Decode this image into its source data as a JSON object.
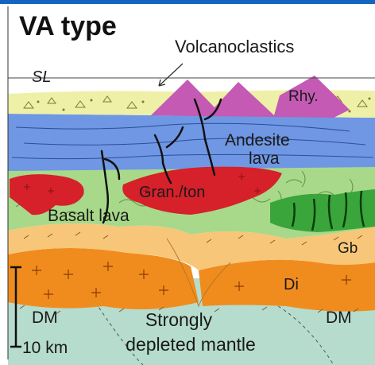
{
  "title": "VA type",
  "labels": {
    "sea_level": "SL",
    "volcanoclastics": "Volcanoclastics",
    "rhyolite": "Rhy.",
    "andesite_line1": "Andesite",
    "andesite_line2": "lava",
    "granite_tonalite": "Gran./ton",
    "basalt_lava": "Basalt lava",
    "gabbro": "Gb",
    "diorite": "Di",
    "dm_left": "DM",
    "dm_right": "DM",
    "mantle_line1": "Strongly",
    "mantle_line2": "depleted mantle",
    "scale": "10 km"
  },
  "colors": {
    "frame": "#1565c0",
    "volcanoclastic_layer": "#eef0a8",
    "rhyolite": "#c45ab3",
    "andesite": "#6f97e3",
    "granite": "#d6202a",
    "basalt": "#a8d98a",
    "green_dike_zone": "#3aa53a",
    "gabbro": "#f7c679",
    "diorite": "#f08c1e",
    "mantle": "#b5dccd"
  }
}
